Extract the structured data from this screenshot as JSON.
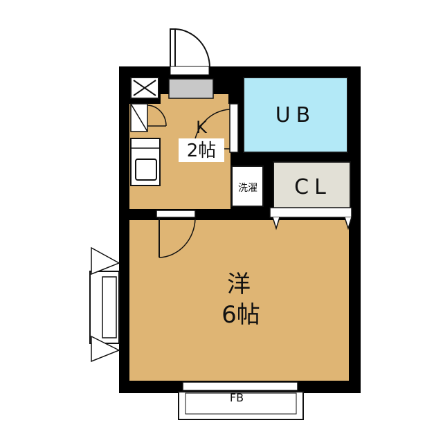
{
  "rooms": {
    "kitchen": {
      "name": "K",
      "size": "2帖"
    },
    "bath": {
      "name": "UB"
    },
    "closet": {
      "name": "CL"
    },
    "laundry": {
      "name": "洗濯"
    },
    "western": {
      "name": "洋",
      "size": "6帖"
    },
    "balcony": {
      "name": "FB"
    }
  },
  "colors": {
    "wall": "#000000",
    "floor": "#dfb574",
    "bath": "#b3e9f7",
    "closet": "#e2e0d6",
    "line": "#111111",
    "background": "#ffffff"
  }
}
